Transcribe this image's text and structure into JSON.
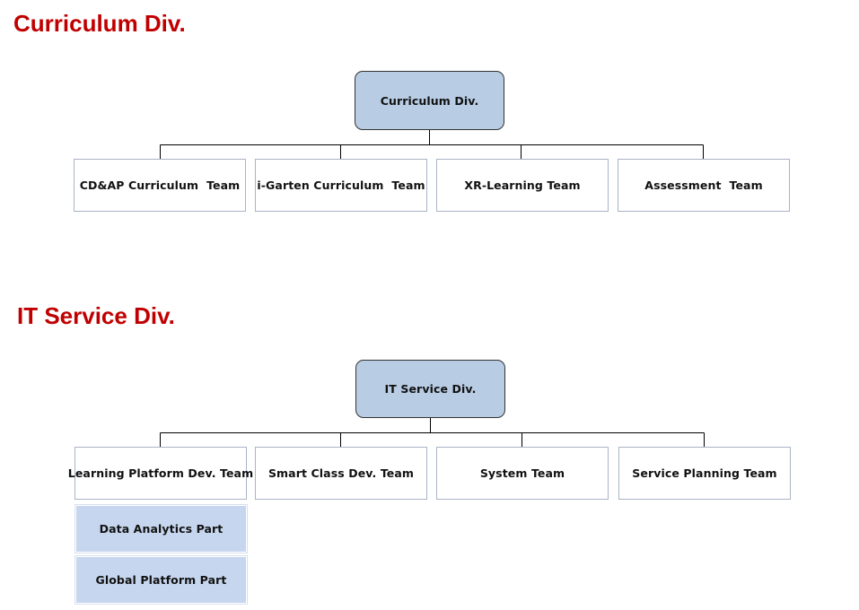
{
  "colors": {
    "title": "#c00000",
    "root_fill": "#b8cce4",
    "part_fill": "#c6d6ee",
    "team_border": "#a9b4c6"
  },
  "curriculum": {
    "title": "Curriculum Div.",
    "root": "Curriculum Div.",
    "teams": [
      {
        "label": "CD&AP Curriculum  Team"
      },
      {
        "label": "i-Garten Curriculum  Team"
      },
      {
        "label": "XR-Learning Team"
      },
      {
        "label": "Assessment  Team"
      }
    ]
  },
  "it_service": {
    "title": "IT Service Div.",
    "root": "IT Service Div.",
    "teams": [
      {
        "label": "Learning Platform Dev. Team"
      },
      {
        "label": "Smart Class Dev. Team"
      },
      {
        "label": "System Team"
      },
      {
        "label": "Service Planning Team"
      }
    ],
    "parts": [
      {
        "label": "Data Analytics Part"
      },
      {
        "label": "Global Platform Part"
      }
    ]
  }
}
